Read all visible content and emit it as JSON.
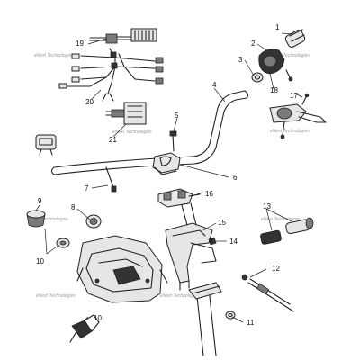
{
  "callouts": {
    "c1": "1",
    "c2": "2",
    "c3": "3",
    "c4": "4",
    "c5": "5",
    "c6": "6",
    "c7": "7",
    "c8": "8",
    "c9": "9",
    "c10a": "10",
    "c10b": "10",
    "c11": "11",
    "c12": "12",
    "c13": "13",
    "c14": "14",
    "c15": "15",
    "c16": "16",
    "c17": "17",
    "c18": "18",
    "c19": "19",
    "c20": "20",
    "c21": "21"
  },
  "watermark": {
    "w1": "eNext Technologies",
    "w2": "eNext Technologies",
    "w3": "eNext Technologies",
    "w4": "eNext Technologies",
    "w5": "eNext Technologies",
    "w6": "eNext Technologies",
    "w7": "eNext Technologies",
    "w8": "eNext Technologies"
  },
  "colors": {
    "line": "#222222",
    "background": "#ffffff",
    "watermark": "#9a9a9a"
  }
}
